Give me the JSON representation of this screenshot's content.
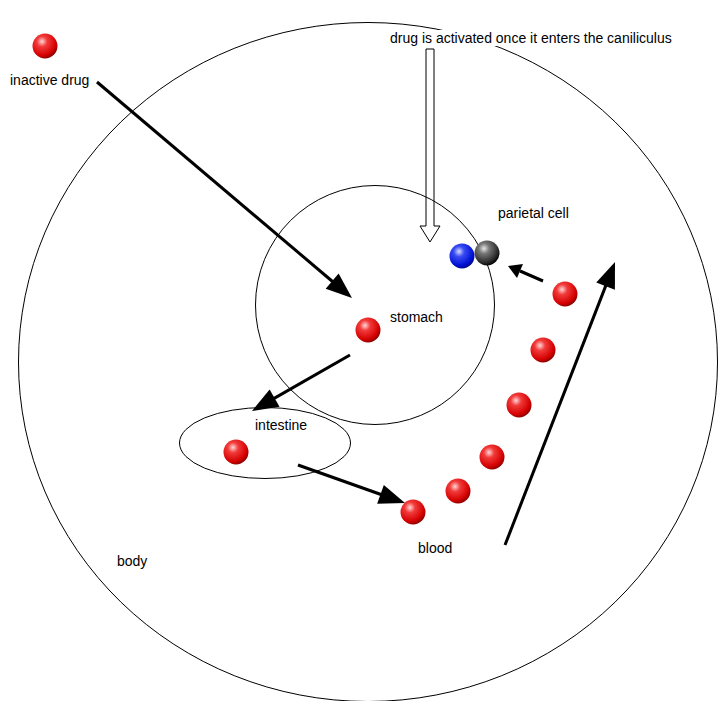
{
  "diagram": {
    "nodes": [
      {
        "text": [
          "body"
        ]
      },
      {
        "text": [
          "inactive drug"
        ]
      },
      {
        "text": [
          "stomach"
        ],
        "in": 0
      },
      {
        "text": [
          "intestine"
        ],
        "in": 0
      },
      {
        "text": [
          "blood"
        ],
        "in": 0
      },
      {
        "text": [
          "parietal cell"
        ],
        "in": 0
      }
    ],
    "edges": [
      {
        "from": 1,
        "to": 2,
        "arrow": "to"
      },
      {
        "from": 2,
        "to": 3,
        "arrow": "to"
      },
      {
        "from": 3,
        "to": 4,
        "arrow": "to"
      },
      {
        "from": 4,
        "to": 5,
        "arrow": "to"
      }
    ],
    "labels": [
      "drug is activated once it enters the caniliculus"
    ]
  }
}
